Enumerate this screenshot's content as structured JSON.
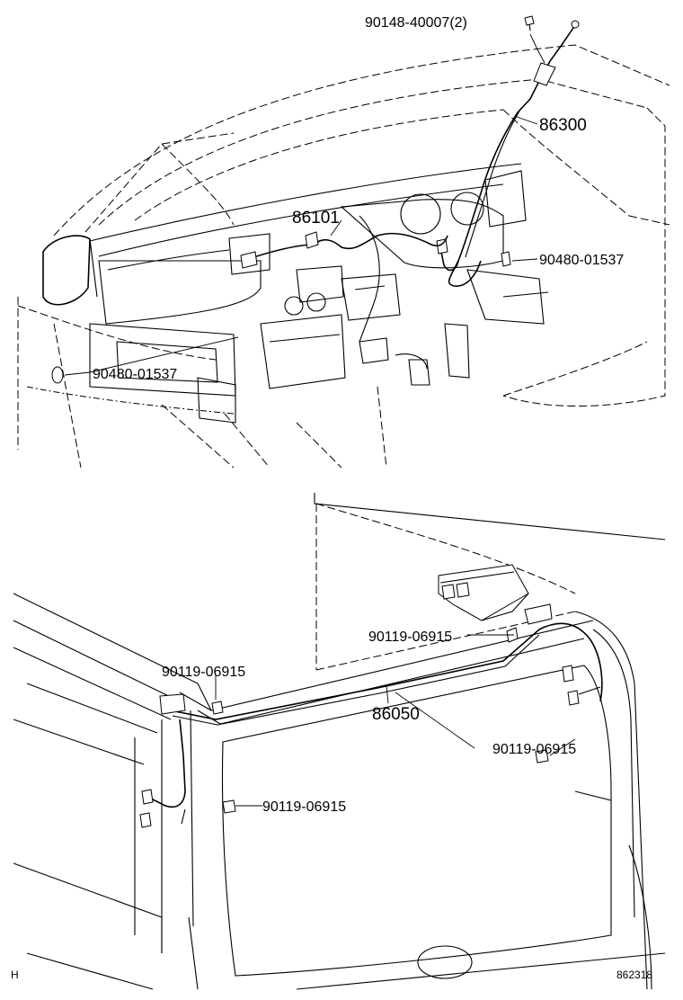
{
  "labels": {
    "bolt_top": "90148-40007(2)",
    "cable_86300": "86300",
    "cable_86101": "86101",
    "grommet_right": "90480-01537",
    "grommet_left": "90480-01537",
    "bolt_upper_right": "90119-06915",
    "bolt_upper_left": "90119-06915",
    "cable_86050": "86050",
    "bolt_lower_right": "90119-06915",
    "bolt_lower_left": "90119-06915"
  },
  "corner_code": "H",
  "figure_code": "862318"
}
